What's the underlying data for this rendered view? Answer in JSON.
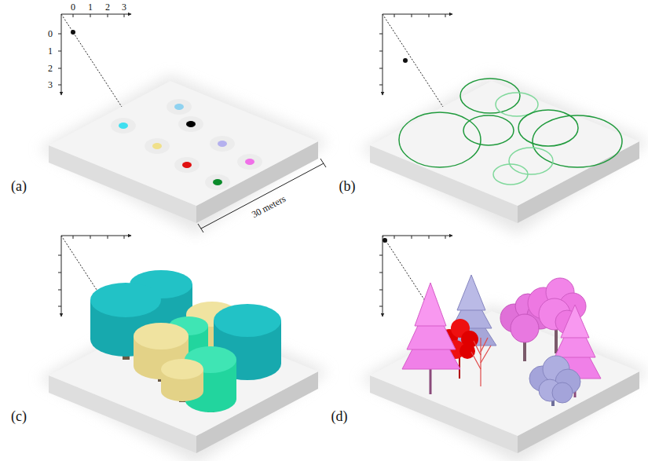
{
  "diagram": {
    "labels": [
      "0",
      "1",
      "2",
      "3",
      "0",
      "1",
      "2",
      "3",
      "(a)",
      "(b)",
      "(c)",
      "(d)",
      "30 meters"
    ]
  }
}
